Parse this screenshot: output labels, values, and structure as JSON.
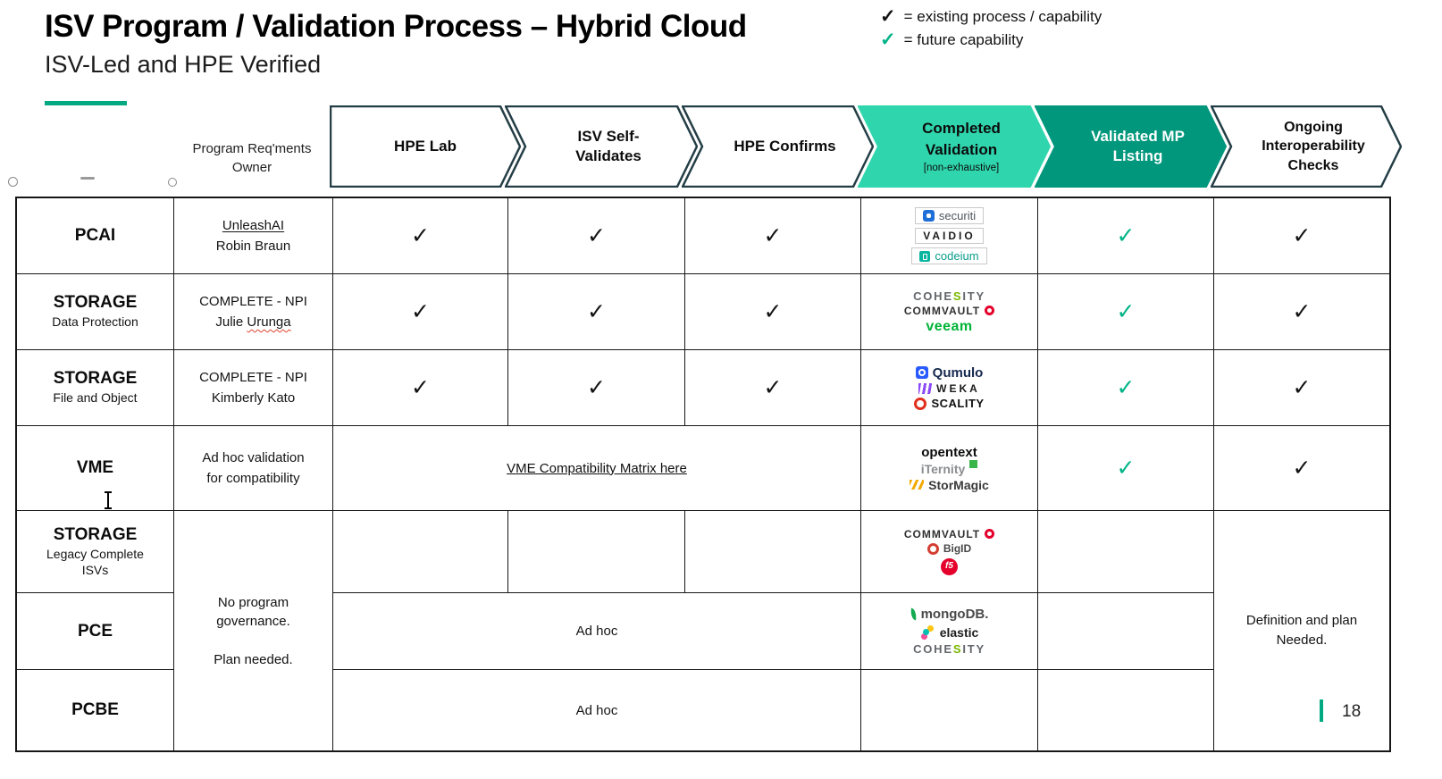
{
  "slide": {
    "title": "ISV Program / Validation Process – Hybrid Cloud",
    "subtitle": "ISV-Led and HPE Verified",
    "page_number": "18"
  },
  "glyphs": {
    "check": "✓"
  },
  "legend": {
    "existing": "= existing process / capability",
    "future": "= future capability"
  },
  "colors": {
    "accent": "#01a982",
    "stage_completed_fill": "#2fd6ad",
    "stage_mp_fill": "#00977c",
    "future_check": "#00b388"
  },
  "header": {
    "owner": "Program Req'ments\nOwner",
    "stages": {
      "hpe_lab": "HPE Lab",
      "isv_self": "ISV Self-\nValidates",
      "hpe_confirms": "HPE Confirms",
      "completed": "Completed\nValidation",
      "completed_sub": "[non-exhaustive]",
      "validated_mp": "Validated MP\nListing",
      "ongoing": "Ongoing\nInteroperability\nChecks"
    }
  },
  "rows": {
    "pcai": {
      "label": "PCAI",
      "owner1": "UnleashAI",
      "owner2": "Robin Braun"
    },
    "storage_dp": {
      "label": "STORAGE",
      "sub": "Data Protection",
      "owner1": "COMPLETE - NPI",
      "owner2a": "Julie",
      "owner2b": "Urunga"
    },
    "storage_fo": {
      "label": "STORAGE",
      "sub": "File and Object",
      "owner1": "COMPLETE - NPI",
      "owner2": "Kimberly Kato"
    },
    "vme": {
      "label": "VME",
      "owner1": "Ad hoc validation",
      "owner2": "for compatibility",
      "link": "VME Compatibility Matrix here"
    },
    "storage_legacy": {
      "label": "STORAGE",
      "sub": "Legacy Complete\nISVs"
    },
    "pce": {
      "label": "PCE",
      "adhoc": "Ad hoc"
    },
    "pcbe": {
      "label": "PCBE",
      "adhoc": "Ad hoc"
    }
  },
  "merged": {
    "owner1": "No program\ngovernance.",
    "owner2": "Plan needed.",
    "ongoing": "Definition and plan\nNeeded."
  },
  "logos": {
    "securiti": "securiti",
    "vaidio": "VAIDIO",
    "codeium": "codeium",
    "cohesity_a": "COHE",
    "cohesity_b": "S",
    "cohesity_c": "ITY",
    "commvault": "COMMVAULT",
    "veeam": "veeam",
    "qumulo": "Qumulo",
    "weka": "WEKA",
    "scality": "SCALITY",
    "opentext": "opentext",
    "iternity": "iTernity",
    "stormagic": "StorMagic",
    "bigid": "BigID",
    "f5": "f5",
    "mongodb": "mongoDB.",
    "elastic": "elastic"
  }
}
